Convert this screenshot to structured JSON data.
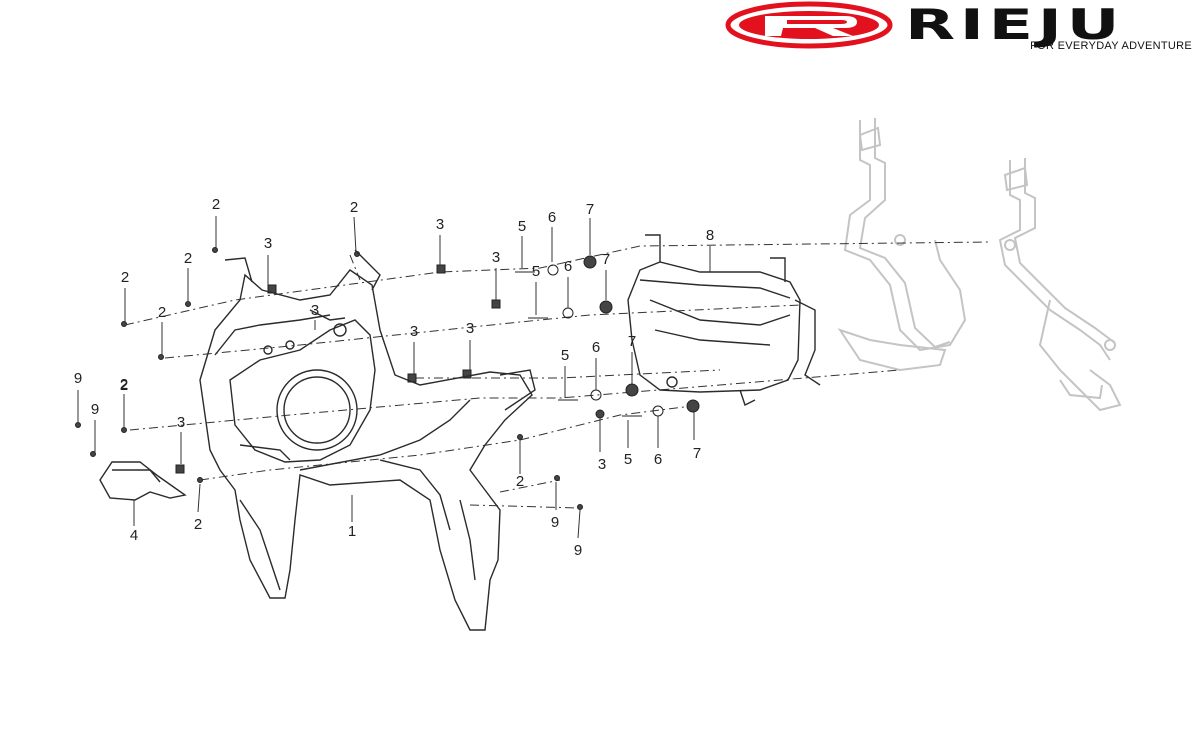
{
  "brand": {
    "name": "RIEJU",
    "tagline": "FOR EVERYDAY ADVENTURE",
    "accent_color": "#e3101e",
    "logo_icon": "rieju-r-oval-logo"
  },
  "diagram": {
    "line_color": "#2b2b2b",
    "faded_color": "#c4c4c4",
    "callouts": [
      "2",
      "2",
      "3",
      "3",
      "5",
      "6",
      "7",
      "8",
      "2",
      "2",
      "3",
      "5",
      "6",
      "7",
      "2",
      "3",
      "2",
      "3",
      "3",
      "5",
      "6",
      "7",
      "9",
      "2",
      "9",
      "3",
      "3",
      "5",
      "6",
      "7",
      "2",
      "4",
      "2",
      "1",
      "9",
      "9"
    ]
  }
}
